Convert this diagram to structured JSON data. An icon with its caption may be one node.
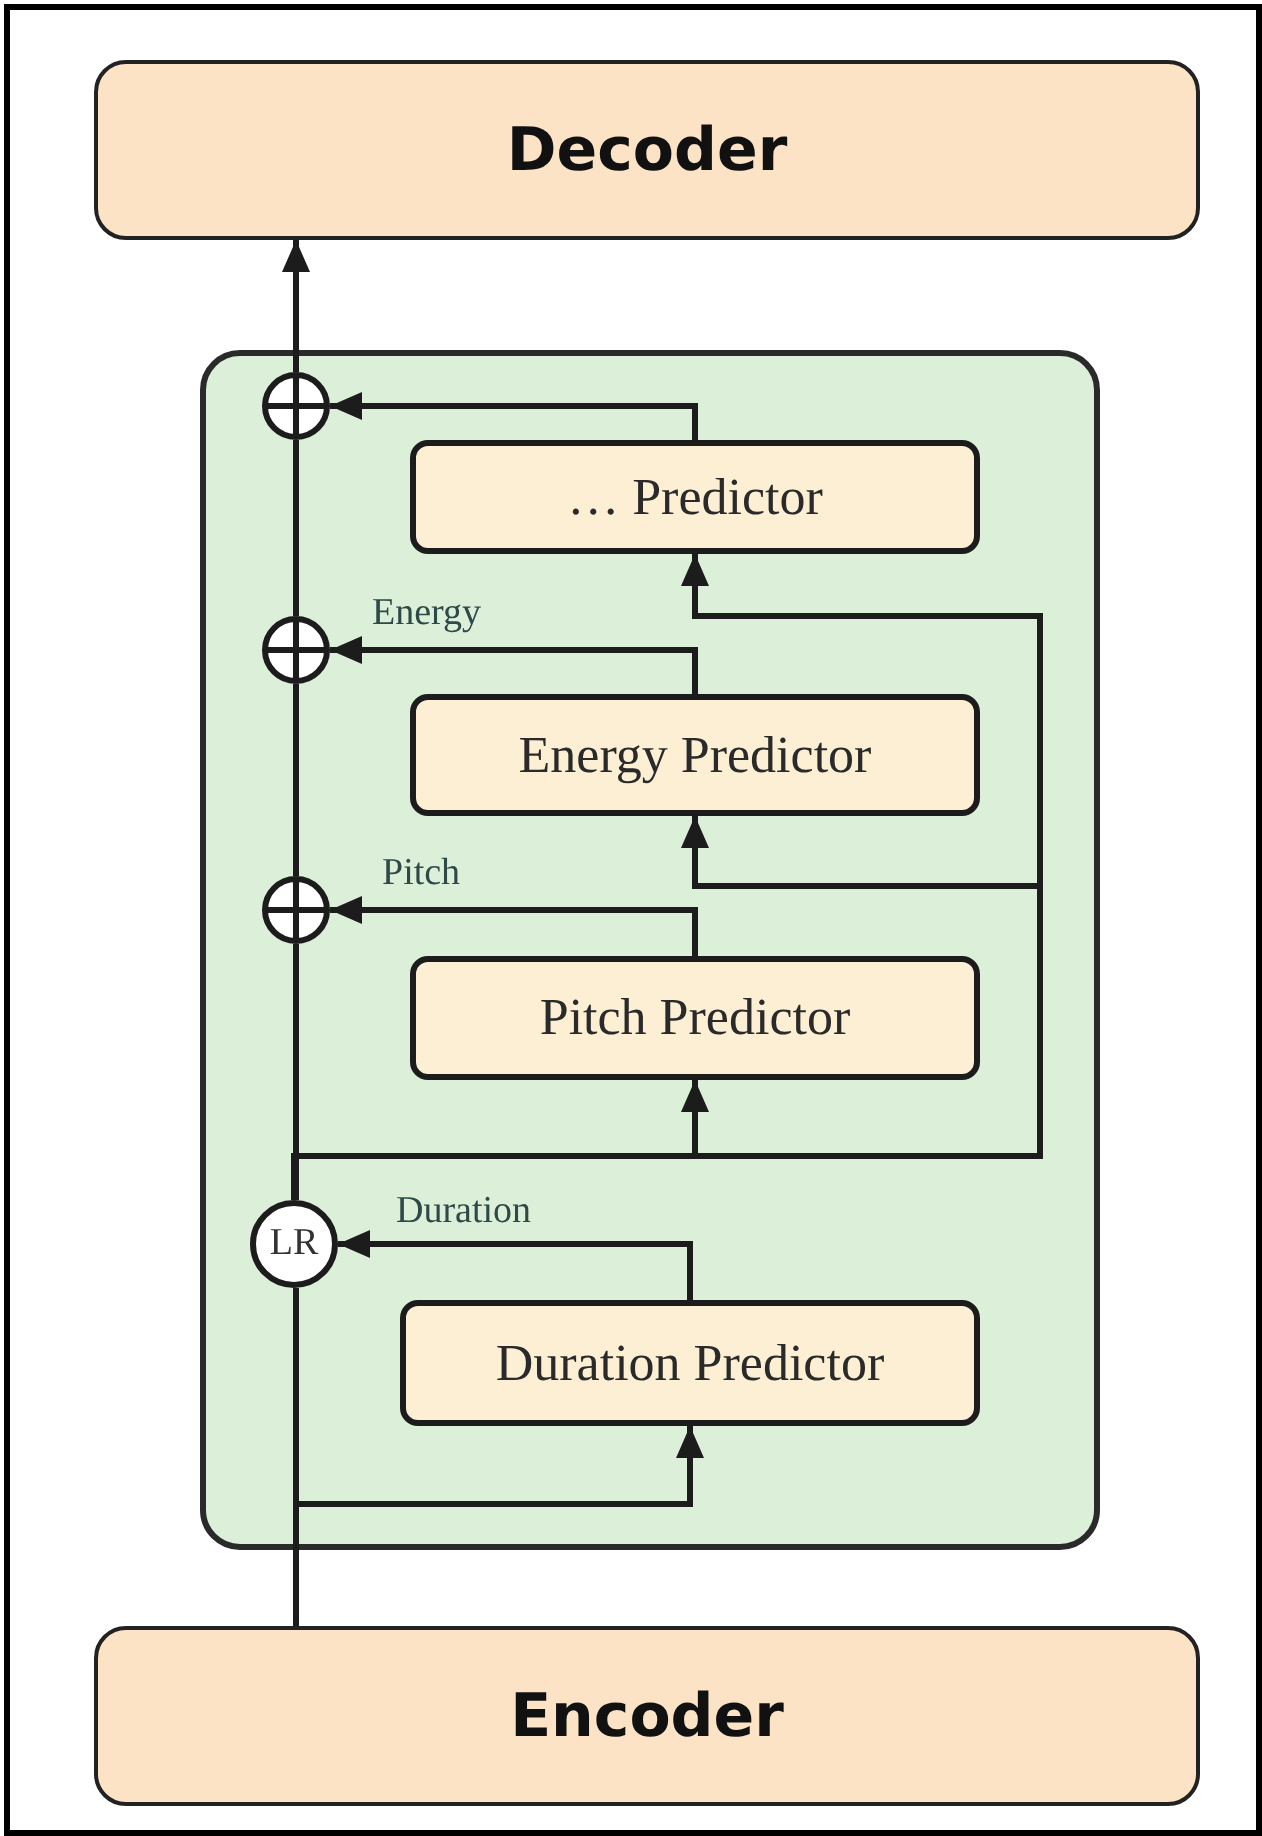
{
  "diagram": {
    "nodes": [
      {
        "text": [
          "Decoder"
        ]
      },
      {
        "text": [
          "Encoder"
        ]
      },
      {
        "text": [],
        "shape": "box"
      },
      {
        "text": [],
        "shape": "circle",
        "in": 2
      },
      {
        "text": [
          "… Predictor"
        ],
        "in": 2
      },
      {
        "text": [],
        "shape": "circle",
        "in": 2
      },
      {
        "text": [
          "Energy Predictor"
        ],
        "in": 2
      },
      {
        "text": [],
        "shape": "circle",
        "in": 2
      },
      {
        "text": [
          "Pitch Predictor"
        ],
        "in": 2
      },
      {
        "text": [
          "LR"
        ],
        "in": 2
      },
      {
        "text": [
          "Duration Predictor"
        ],
        "in": 2
      }
    ],
    "edges": [
      {
        "from": 1,
        "to": 9,
        "arrow": "none"
      },
      {
        "from": 1,
        "to": 10,
        "arrow": "to"
      },
      {
        "from": 10,
        "to": 9,
        "arrow": "to",
        "label": "Duration"
      },
      {
        "from": 9,
        "to": 8,
        "arrow": "to"
      },
      {
        "from": 9,
        "to": 6,
        "arrow": "to"
      },
      {
        "from": 9,
        "to": 4,
        "arrow": "to"
      },
      {
        "from": 9,
        "to": 7,
        "arrow": "none"
      },
      {
        "from": 8,
        "to": 7,
        "arrow": "to",
        "label": "Pitch"
      },
      {
        "from": 7,
        "to": 5,
        "arrow": "none"
      },
      {
        "from": 6,
        "to": 5,
        "arrow": "to",
        "label": "Energy"
      },
      {
        "from": 5,
        "to": 3,
        "arrow": "none"
      },
      {
        "from": 4,
        "to": 3,
        "arrow": "to"
      },
      {
        "from": 3,
        "to": 0,
        "arrow": "to"
      }
    ]
  }
}
